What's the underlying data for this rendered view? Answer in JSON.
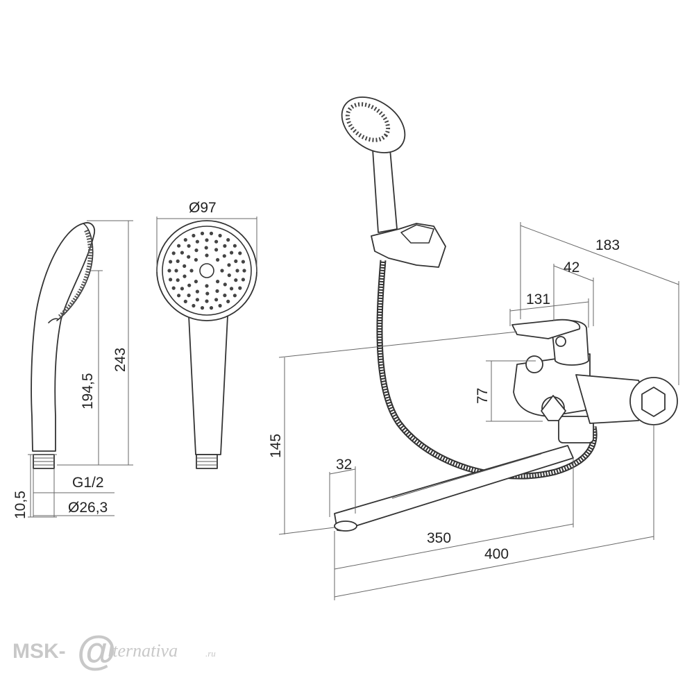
{
  "dimensions": {
    "handshower_side": {
      "total_height": "243",
      "inner_height": "194,5",
      "thread": "G1/2",
      "connector_height": "10,5",
      "connector_diameter": "Ø26,3"
    },
    "handshower_front": {
      "head_diameter": "Ø97"
    },
    "mixer": {
      "depth_total": "183",
      "depth_lever": "42",
      "depth_body": "131",
      "body_height": "77",
      "outlet_height": "145",
      "spout_width": "32",
      "spout_reach": "350",
      "overall_length": "400"
    }
  },
  "watermark": {
    "prefix": "MSK-",
    "emblem": "@",
    "suffix": "lternativa",
    "domain": ".ru"
  }
}
